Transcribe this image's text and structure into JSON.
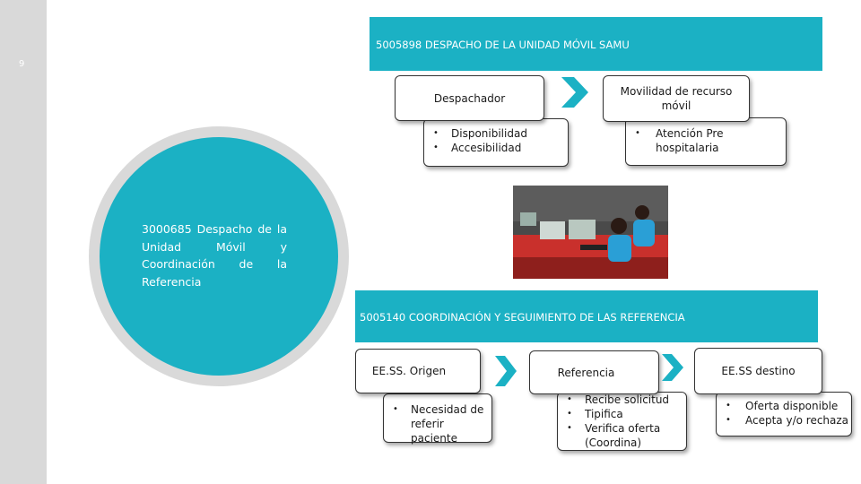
{
  "slide": {
    "number": "9"
  },
  "banners": {
    "top": "5005898 DESPACHO DE LA UNIDAD MÓVIL SAMU",
    "bottom": "5005140 COORDINACIÓN Y SEGUIMIENTO DE LAS REFERENCIA"
  },
  "circle": {
    "text": "3000685 Despacho de la Unidad Móvil y Coordinación de la Referencia"
  },
  "top_flow": {
    "despachador": {
      "title": "Despachador",
      "items": [
        "Disponibilidad",
        "Accesibilidad"
      ]
    },
    "movilidad": {
      "title": "Movilidad de recurso móvil",
      "items": [
        "Atención Pre hospitalaria"
      ]
    }
  },
  "bottom_flow": {
    "origen": {
      "title": "EE.SS. Origen",
      "items": [
        "Necesidad de referir paciente"
      ]
    },
    "referencia": {
      "title": "Referencia",
      "items": [
        "Recibe solicitud",
        "Tipifica",
        "Verifica oferta (Coordina)"
      ]
    },
    "destino": {
      "title": "EE.SS destino",
      "items": [
        "Oferta disponible",
        "Acepta y/o rechaza"
      ]
    }
  },
  "colors": {
    "accent": "#1bb1c4",
    "sidebar": "#d9d9d9"
  }
}
